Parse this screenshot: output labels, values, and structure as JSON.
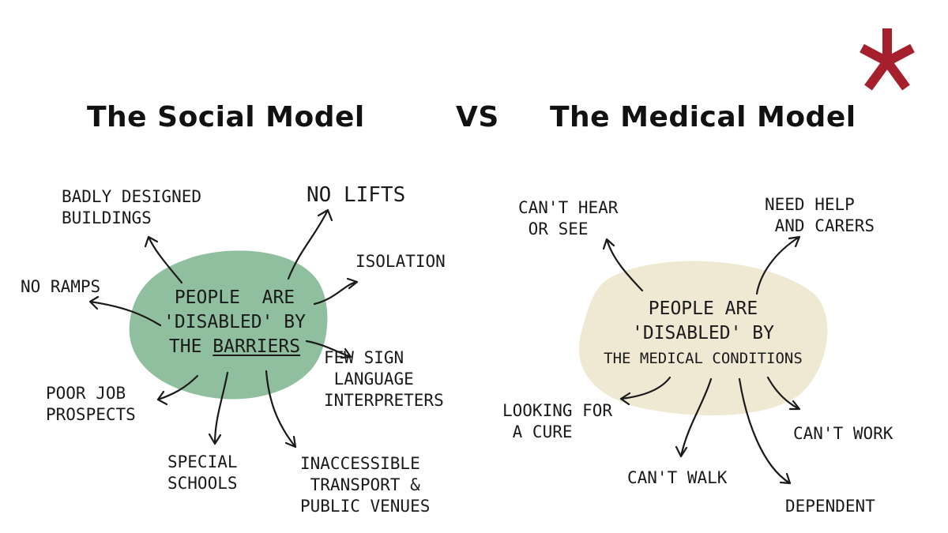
{
  "colors": {
    "social_blob": "#8fbf9f",
    "medical_blob": "#efe9d4",
    "asterisk": "#a51f2c",
    "ink": "#1a1a1a"
  },
  "icons": {
    "logo": "asterisk-icon"
  },
  "header": {
    "left_title": "The Social Model",
    "vs": "VS",
    "right_title": "The Medical Model"
  },
  "social": {
    "center_line1": "PEOPLE  ARE",
    "center_line2": "'DISABLED' BY",
    "center_line3_prefix": "THE ",
    "center_line3_emphasis": "BARRIERS",
    "badly_designed": "BADLY DESIGNED\nBUILDINGS",
    "no_lifts": "NO LIFTS",
    "isolation": "ISOLATION",
    "no_ramps": "NO RAMPS",
    "few_sign": "FEW SIGN\n LANGUAGE\nINTERPRETERS",
    "poor_job": "POOR JOB\nPROSPECTS",
    "special_schools": "SPECIAL\nSCHOOLS",
    "inaccessible": "INACCESSIBLE\n TRANSPORT &\nPUBLIC VENUES"
  },
  "medical": {
    "center_line1": "PEOPLE ARE",
    "center_line2": "'DISABLED' BY",
    "center_line3": "THE MEDICAL CONDITIONS",
    "cant_hear": "CAN'T HEAR\n OR SEE",
    "need_help": "NEED HELP\n AND CARERS",
    "looking_cure": "LOOKING FOR\n A CURE",
    "cant_walk": "CAN'T WALK",
    "cant_work": "CAN'T WORK",
    "dependent": "DEPENDENT"
  }
}
